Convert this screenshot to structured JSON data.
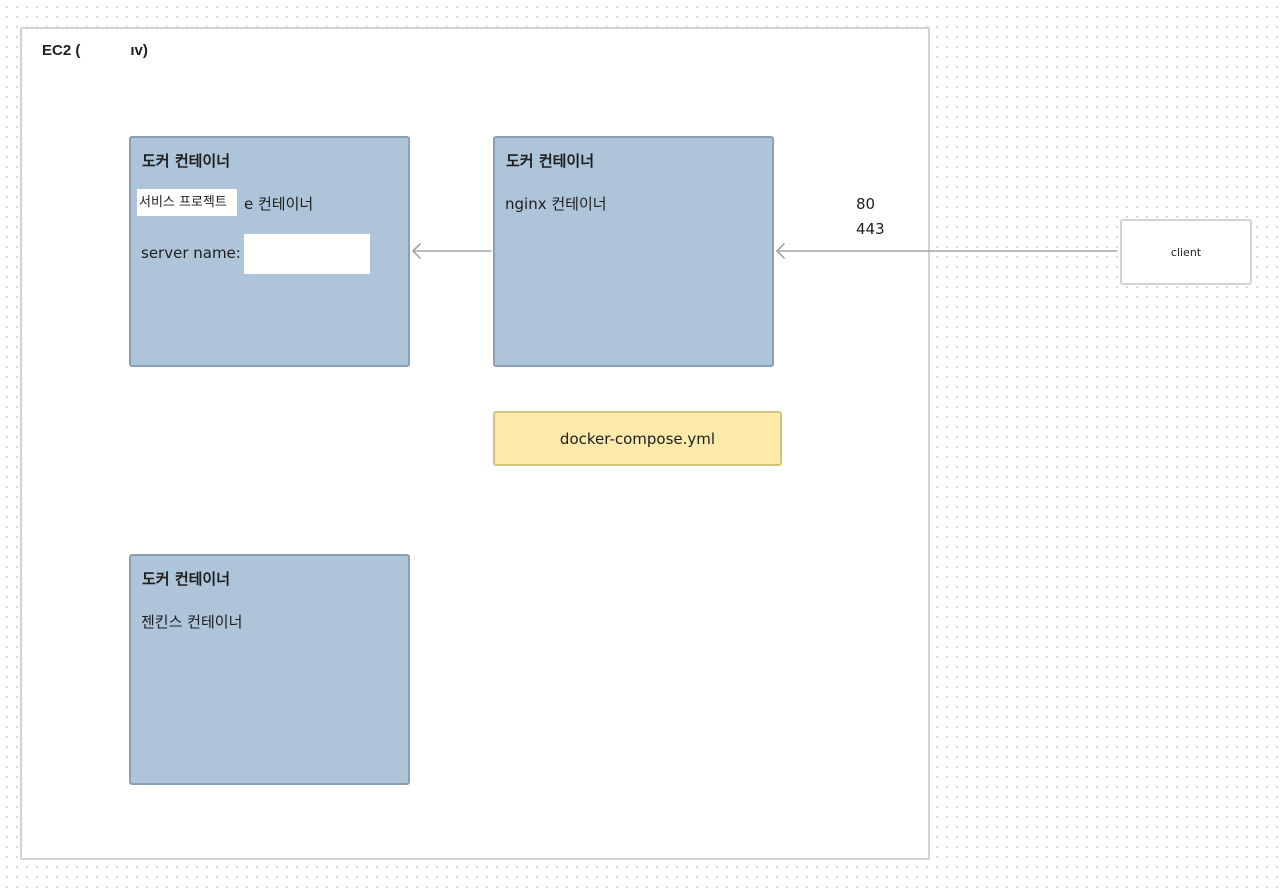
{
  "ec2": {
    "title": "EC2 (",
    "title_suffix": "ıv)"
  },
  "containers": {
    "service": {
      "title": "도커 컨테이너",
      "masked_name": "서비스 프로젝트",
      "label_suffix": "e 컨테이너",
      "server_name_label": "server name:"
    },
    "nginx": {
      "title": "도커 컨테이너",
      "label": "nginx 컨테이너"
    },
    "jenkins": {
      "title": "도커 컨테이너",
      "label": "젠킨스 컨테이너"
    }
  },
  "compose": {
    "label": "docker-compose.yml"
  },
  "client": {
    "label": "client"
  },
  "ports": [
    "80",
    "443"
  ],
  "colors": {
    "container_fill": "#adc4d9",
    "container_border": "#8b9fb2",
    "compose_fill": "#fbeaaa",
    "frame_border": "#d2d2d2",
    "arrow": "#a6a6a6"
  }
}
